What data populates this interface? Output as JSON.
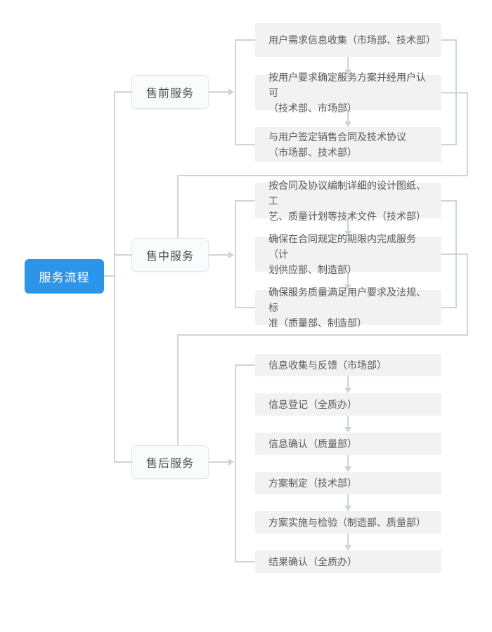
{
  "diagram": {
    "title": "服务流程",
    "root": {
      "label": "服务流程"
    },
    "groups": [
      {
        "label": "售前服务",
        "steps": [
          "用户需求信息收集（市场部、技术部）",
          "按用户要求确定服务方案并经用户认可\n（技术部、市场部）",
          "与用户签定销售合同及技术协议\n（市场部、技术部）"
        ]
      },
      {
        "label": "售中服务",
        "steps": [
          "按合同及协议编制详细的设计图纸、工\n艺、质量计划等技术文件（技术部）",
          "确保在合同规定的期限内完成服务（计\n划供应部、制造部）",
          "确保服务质量满足用户要求及法规、标\n准（质量部、制造部）"
        ]
      },
      {
        "label": "售后服务",
        "steps": [
          "信息收集与反馈（市场部）",
          "信息登记（全质办）",
          "信息确认（质量部）",
          "方案制定（技术部）",
          "方案实施与检验（制造部、质量部）",
          "结果确认（全质办）"
        ]
      }
    ],
    "colors": {
      "accent": "#2d95e9",
      "connector": "#ccd4dc",
      "step_background": "#f2f2f3",
      "group_background": "#fafbfc",
      "group_border": "#e3e7ec",
      "step_text": "#595959",
      "group_text": "#4c4c4c",
      "root_text": "#ffffff"
    }
  }
}
